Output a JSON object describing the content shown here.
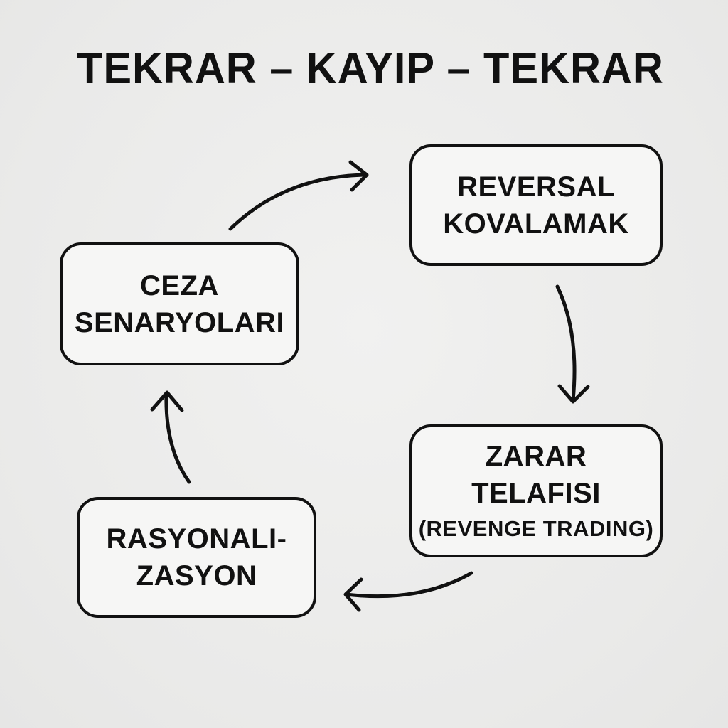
{
  "title": "TEKRAR – KAYIP – TEKRAR",
  "nodes": {
    "reversal": {
      "line1": "REVERSAL",
      "line2": "KOVALAMAK"
    },
    "zarar": {
      "line1": "ZARAR",
      "line2": "TELAFISI",
      "line3": "(REVENGE TRADING)"
    },
    "rasyon": {
      "line1": "RASYONALI-",
      "line2": "ZASYON"
    },
    "ceza": {
      "line1": "CEZA",
      "line2": "SENARYOLARI"
    }
  },
  "flow": [
    "reversal",
    "zarar",
    "rasyon",
    "ceza",
    "reversal"
  ],
  "colors": {
    "stroke": "#111111",
    "box_fill": "#f6f6f5",
    "background": "#ececeb"
  }
}
